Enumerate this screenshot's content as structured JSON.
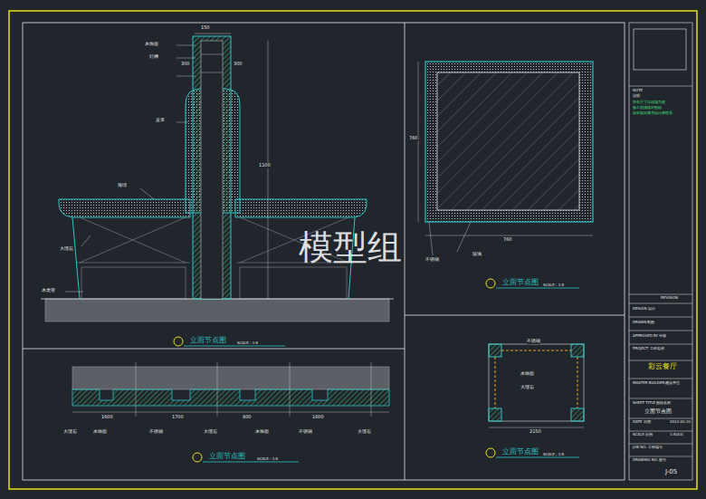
{
  "diagram": {
    "title": "立面节点图",
    "labels": [
      "150",
      "木饰面",
      "灯槽",
      "300",
      "300",
      "1100",
      "皮革",
      "海绵",
      "大理石",
      "木龙骨",
      "立面节点图",
      "SCALE : 1:5",
      "760",
      "760",
      "玻璃",
      "不锈钢",
      "立面节点图",
      "SCALE : 1:5",
      "1600",
      "1700",
      "900",
      "1600",
      "大理石",
      "木饰面",
      "不锈钢",
      "大理石",
      "木饰面",
      "不锈钢",
      "大理石",
      "立面节点图",
      "SCALE : 1:5",
      "不锈钢",
      "木饰面",
      "大理石",
      "2150",
      "立面节点图",
      "SCALE : 1:5",
      "NOTE",
      "说明",
      "所有尺寸以现场为准",
      "施工前须核对图纸",
      "如有疑问请与设计师联系",
      "REVISION",
      "DESIGN 设计",
      "DRAWN 制图",
      "APPROVED BY 审核",
      "PROJECT 工程名称",
      "彩云餐厅",
      "MASTER BUILDER 建设单位",
      "SHEET TITLE 图纸名称",
      "立面节点图",
      "DATE 日期",
      "2012.02.10",
      "SCALE 比例",
      "1:5(A3)",
      "JOB NO. 工程编号",
      "DRAWING NO. 图号",
      "J-05",
      "模型组"
    ]
  }
}
